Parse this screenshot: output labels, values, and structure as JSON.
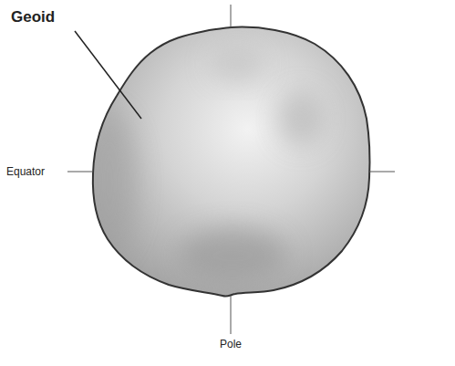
{
  "diagram": {
    "labels": [
      "Geoid",
      "Equator",
      "Pole"
    ]
  }
}
